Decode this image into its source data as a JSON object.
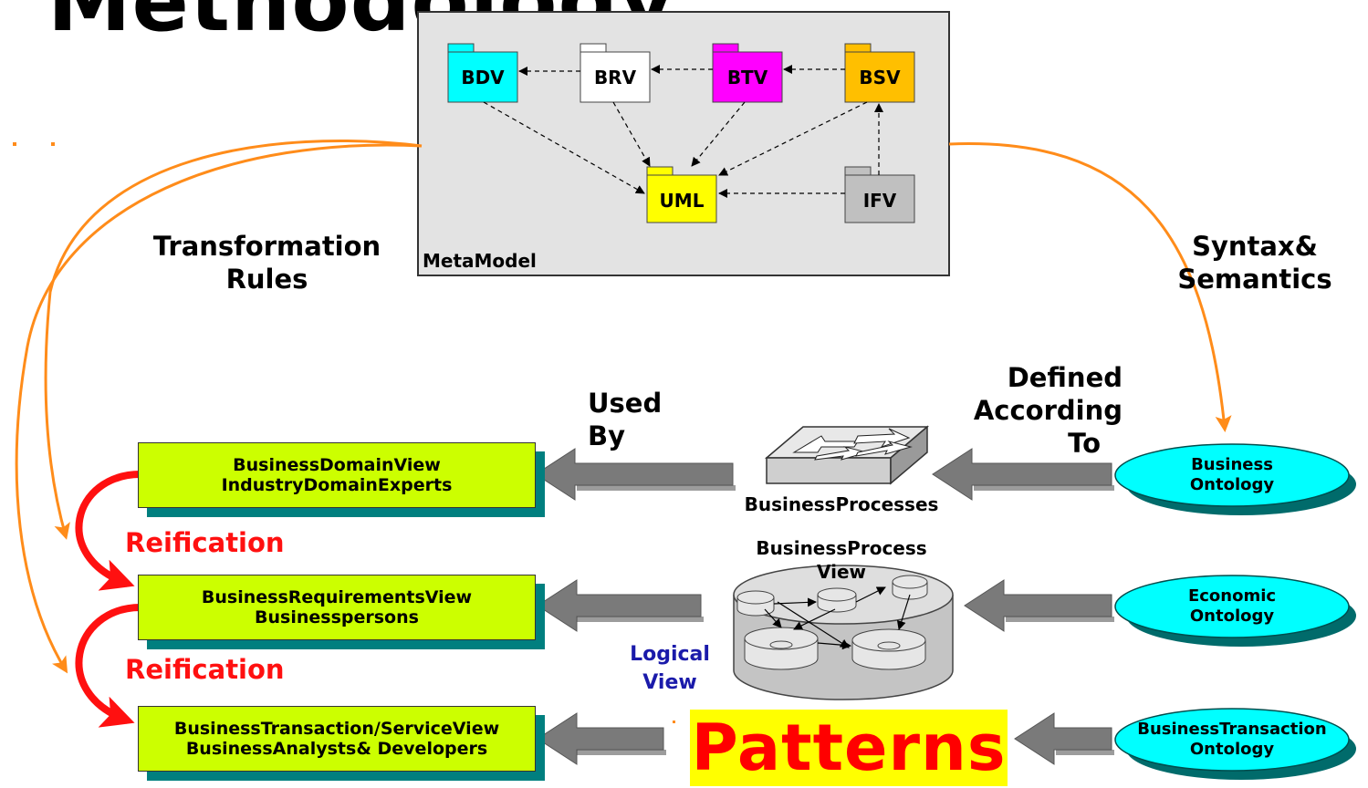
{
  "slide": {
    "title": "Methodology"
  },
  "metamodel": {
    "label": "MetaModel",
    "packages": [
      {
        "id": "bdv",
        "label": "BDV",
        "color": "#00ffff"
      },
      {
        "id": "brv",
        "label": "BRV",
        "color": "#ffffff"
      },
      {
        "id": "btv",
        "label": "BTV",
        "color": "#ff00ff"
      },
      {
        "id": "bsv",
        "label": "BSV",
        "color": "#ffbf00"
      },
      {
        "id": "uml",
        "label": "UML",
        "color": "#ffff00"
      },
      {
        "id": "ifv",
        "label": "IFV",
        "color": "#c0c0c0"
      }
    ]
  },
  "labels": {
    "transformation_rules": [
      "Transformation",
      "Rules"
    ],
    "syntax_semantics": [
      "Syntax&",
      "Semantics"
    ],
    "used_by": [
      "Used",
      "By"
    ],
    "defined_according_to": [
      "Defined",
      "According",
      "To"
    ],
    "reification": "Reification",
    "logical_view": [
      "Logical",
      "View"
    ],
    "business_processes": "BusinessProcesses",
    "business_process_view": [
      "BusinessProcess",
      "View"
    ],
    "patterns": "Patterns"
  },
  "views": [
    {
      "title": "BusinessDomainView",
      "actors": "IndustryDomainExperts"
    },
    {
      "title": "BusinessRequirementsView",
      "actors": "Businesspersons"
    },
    {
      "title": "BusinessTransaction/ServiceView",
      "actors": "BusinessAnalysts& Developers"
    }
  ],
  "ontologies": [
    {
      "line1": "Business",
      "line2": "Ontology"
    },
    {
      "line1": "Economic",
      "line2": "Ontology"
    },
    {
      "line1": "BusinessTransaction",
      "line2": "Ontology"
    }
  ],
  "colors": {
    "view_fill": "#ccff00",
    "view_shadow": "#007f7f",
    "ontology_fill": "#00ffff",
    "ontology_shadow": "#006b6b",
    "orange_arrow": "#ff8c1a",
    "red_arrow": "#ff1010",
    "grey_arrow": "#808080",
    "metamodel_bg": "#e3e3e3"
  }
}
